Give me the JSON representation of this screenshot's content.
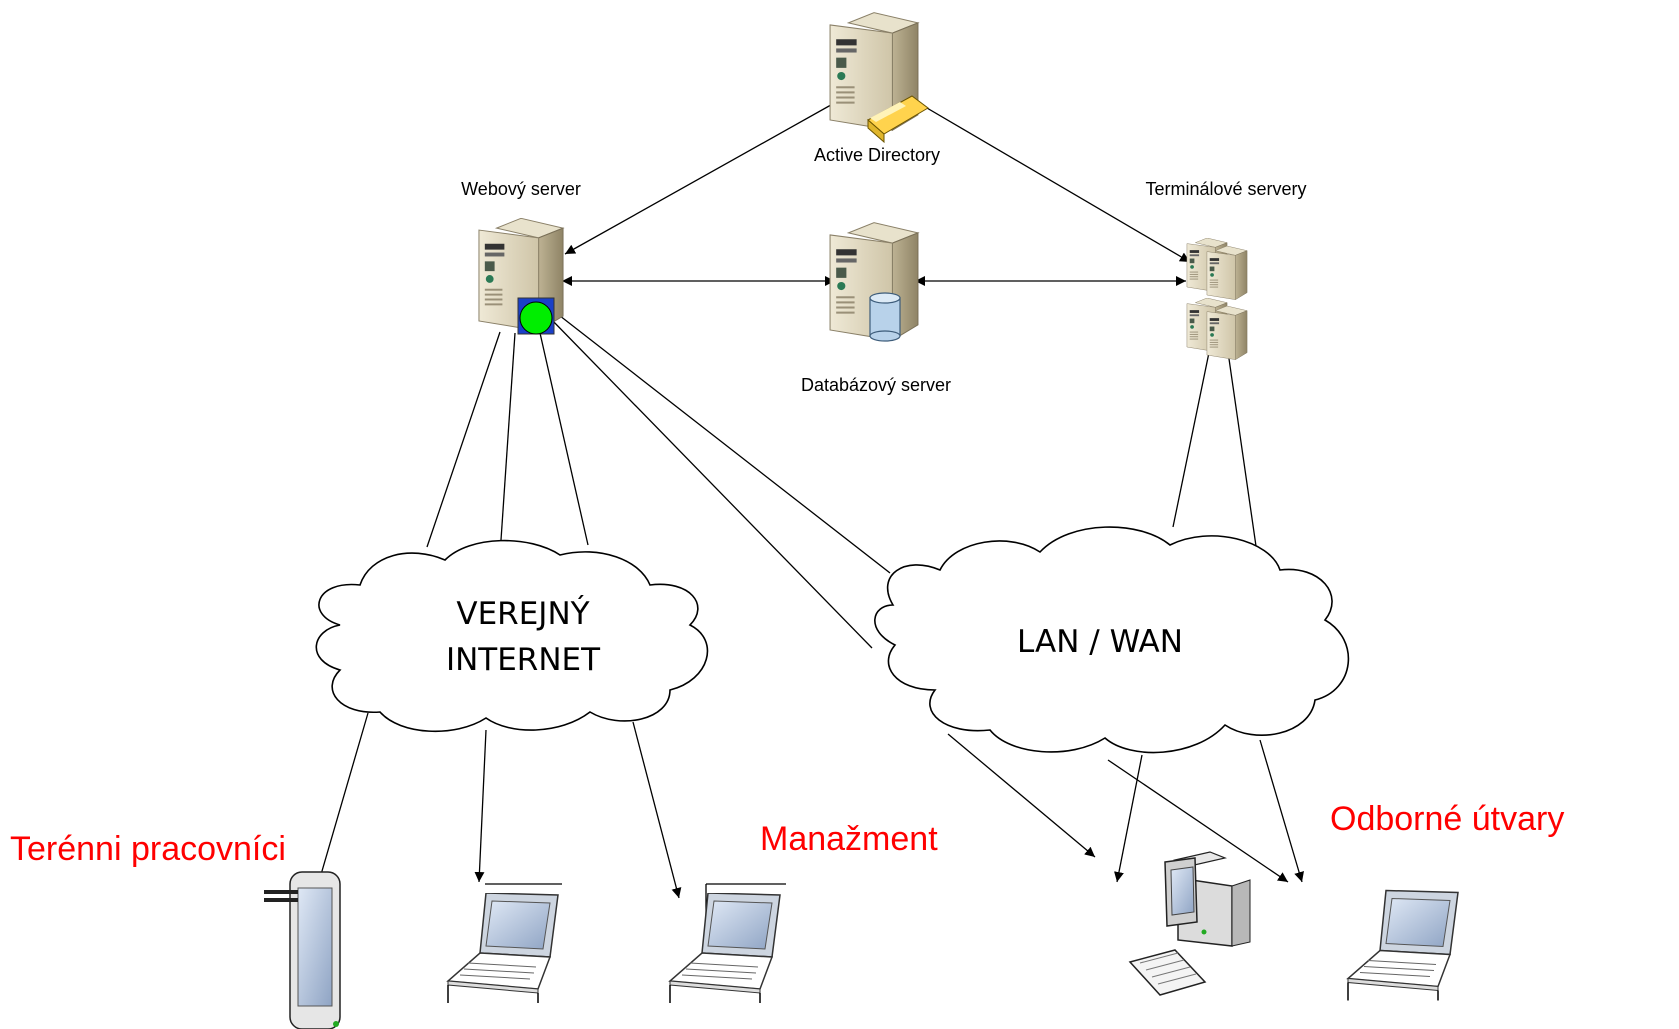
{
  "nodes": {
    "active_directory": {
      "label": "Active Directory"
    },
    "web_server": {
      "label": "Webový server"
    },
    "terminal_servers": {
      "label": "Terminálové servery"
    },
    "database_server": {
      "label": "Databázový server"
    }
  },
  "clouds": {
    "public_internet": {
      "line1": "VEREJNÝ",
      "line2": "INTERNET"
    },
    "lan_wan": {
      "label": "LAN / WAN"
    }
  },
  "groups": {
    "field_workers": "Terénni pracovníci",
    "management": "Manažment",
    "departments": "Odborné útvary"
  },
  "colors": {
    "group_label": "#ff0000",
    "web_status": "#00ee00",
    "server_body": "#d8cfb8"
  },
  "icons": [
    "server-icon",
    "ldap-card-icon",
    "database-cylinder-icon",
    "globe-icon",
    "server-cluster-icon",
    "tablet-icon",
    "laptop-icon",
    "desktop-pc-icon",
    "cloud-icon"
  ]
}
